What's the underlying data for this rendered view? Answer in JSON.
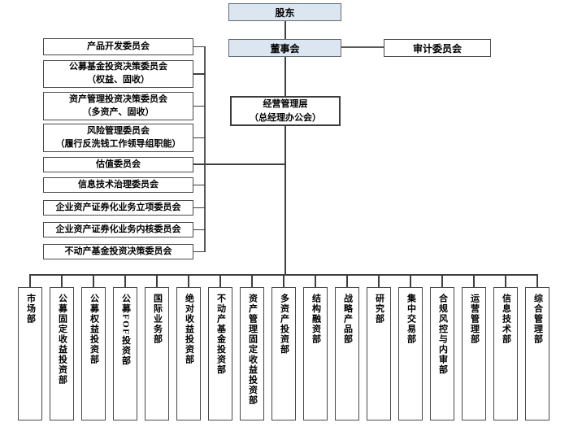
{
  "top": {
    "shareholder": "股东",
    "board": "董事会",
    "audit": "审计委员会",
    "management_line1": "经营管理层",
    "management_line2": "（总经理办公会）"
  },
  "committees": [
    {
      "line1": "产品开发委员会",
      "line2": ""
    },
    {
      "line1": "公募基金投资决策委员会",
      "line2": "（权益、固收）"
    },
    {
      "line1": "资产管理投资决策委员会",
      "line2": "（多资产、固收）"
    },
    {
      "line1": "风险管理委员会",
      "line2": "（履行反洗钱工作领导组职能）"
    },
    {
      "line1": "估值委员会",
      "line2": ""
    },
    {
      "line1": "信息技术治理委员会",
      "line2": ""
    },
    {
      "line1": "企业资产证券化业务立项委员会",
      "line2": ""
    },
    {
      "line1": "企业资产证券化业务内核委员会",
      "line2": ""
    },
    {
      "line1": "不动产基金投资决策委员会",
      "line2": ""
    }
  ],
  "departments": [
    "市场部",
    "公募固定收益投资部",
    "公募权益投资部",
    "公募FOF投资部",
    "国际业务部",
    "绝对收益投资部",
    "不动产基金投资部",
    "资产管理固定收益投资部",
    "多资产投资部",
    "结构融资部",
    "战略产品部",
    "研究部",
    "集中交易部",
    "合规风控与内审部",
    "运营管理部",
    "信息技术部",
    "综合管理部"
  ],
  "colors": {
    "highlight_fill": "#dce6f1",
    "box_border": "#4a4a4a",
    "connector": "#3f3f3f"
  }
}
